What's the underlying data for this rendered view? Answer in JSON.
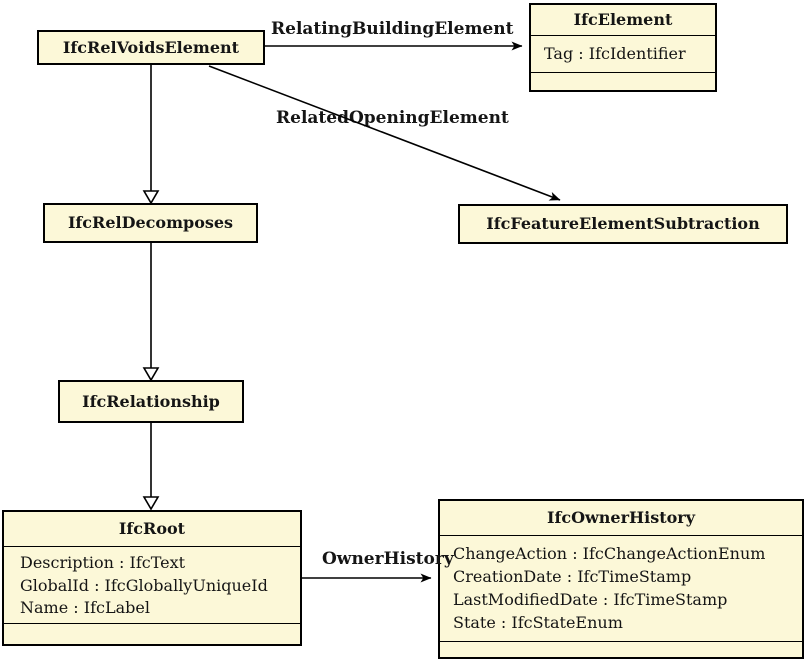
{
  "diagram_type": "uml-class-diagram",
  "palette": {
    "box_fill": "#FCF8D8",
    "box_border": "#000000",
    "line_color": "#000000",
    "background": "#FFFFFF"
  },
  "classes": [
    {
      "title": "IfcRelVoidsElement",
      "attributes": []
    },
    {
      "title": "IfcElement",
      "attributes": [
        "Tag : IfcIdentifier"
      ]
    },
    {
      "title": "IfcRelDecomposes",
      "attributes": []
    },
    {
      "title": "IfcFeatureElementSubtraction",
      "attributes": []
    },
    {
      "title": "IfcRelationship",
      "attributes": []
    },
    {
      "title": "IfcRoot",
      "attributes": [
        "Description : IfcText",
        "GlobalId : IfcGloballyUniqueId",
        "Name : IfcLabel"
      ]
    },
    {
      "title": "IfcOwnerHistory",
      "attributes": [
        "ChangeAction : IfcChangeActionEnum",
        "CreationDate : IfcTimeStamp",
        "LastModifiedDate : IfcTimeStamp",
        "State : IfcStateEnum"
      ]
    }
  ],
  "associations": [
    {
      "label": "RelatingBuildingElement",
      "from": "IfcRelVoidsElement",
      "to": "IfcElement",
      "arrow": "filled"
    },
    {
      "label": "RelatedOpeningElement",
      "from": "IfcRelVoidsElement",
      "to": "IfcFeatureElementSubtraction",
      "arrow": "filled"
    },
    {
      "label": "OwnerHistory",
      "from": "IfcRoot",
      "to": "IfcOwnerHistory",
      "arrow": "filled"
    }
  ],
  "generalizations": [
    {
      "from": "IfcRelVoidsElement",
      "to": "IfcRelDecomposes",
      "arrow": "hollow-triangle"
    },
    {
      "from": "IfcRelDecomposes",
      "to": "IfcRelationship",
      "arrow": "hollow-triangle"
    },
    {
      "from": "IfcRelationship",
      "to": "IfcRoot",
      "arrow": "hollow-triangle"
    }
  ]
}
